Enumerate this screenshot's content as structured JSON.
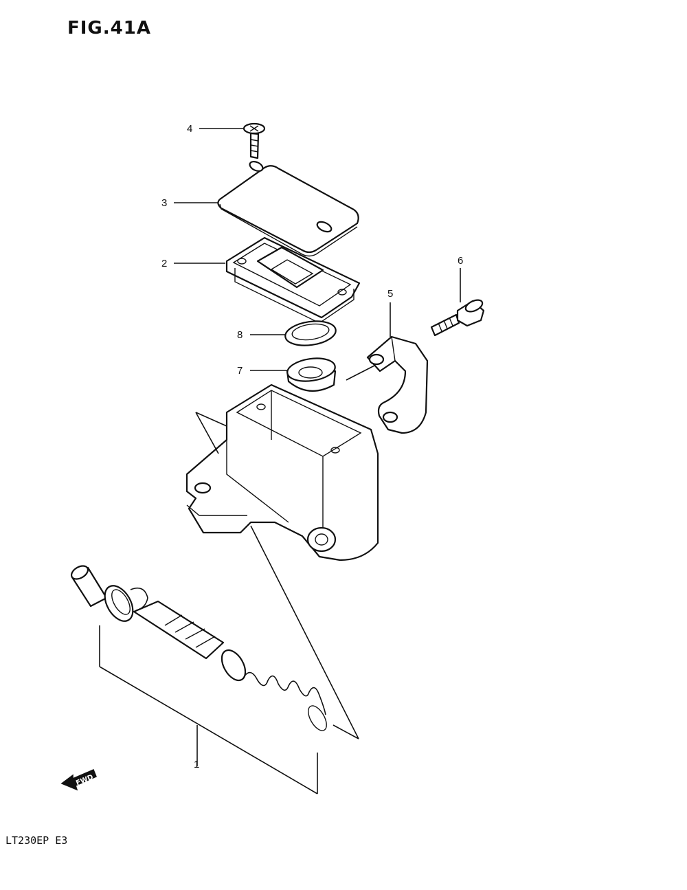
{
  "figure": {
    "title": "FIG.41A",
    "model_code": "LT230EP  E3"
  },
  "callouts": [
    {
      "id": "4",
      "label": "4"
    },
    {
      "id": "3",
      "label": "3"
    },
    {
      "id": "2",
      "label": "2"
    },
    {
      "id": "6",
      "label": "6"
    },
    {
      "id": "5",
      "label": "5"
    },
    {
      "id": "8",
      "label": "8"
    },
    {
      "id": "7",
      "label": "7"
    },
    {
      "id": "1",
      "label": "1"
    }
  ],
  "direction_arrow": {
    "label": "FWD",
    "icon": "fwd-arrow-icon"
  }
}
